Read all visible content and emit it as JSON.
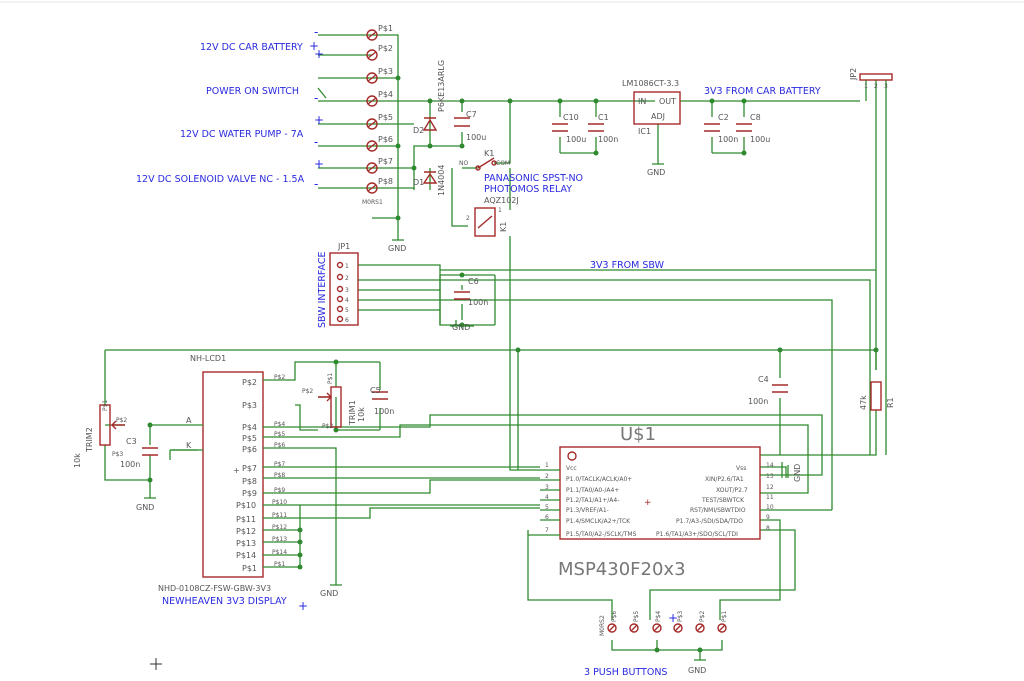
{
  "notes": {
    "car_battery": "12V DC CAR BATTERY",
    "power_switch": "POWER ON SWITCH",
    "water_pump": "12V DC WATER PUMP - 7A",
    "solenoid": "12V DC SOLENOID VALVE NC - 1.5A",
    "relay_1": "PANASONIC SPST-NO",
    "relay_2": "PHOTOMOS RELAY",
    "v3_car": "3V3 FROM CAR BATTERY",
    "v3_sbw": "3V3 FROM SBW",
    "sbw_interface": "SBW INTERFACE",
    "display_model": "NHD-0108CZ-FSW-GBW-3V3",
    "display_name": "NEWHEAVEN 3V3 DISPLAY",
    "push_buttons": "3 PUSH BUTTONS"
  },
  "parts": {
    "mors1": "M0RS1",
    "d2_name": "D2",
    "d2_value": "P6KE13ARLG",
    "d1_name": "D1",
    "d1_value": "1N4004",
    "c7_name": "C7",
    "c7_value": "100u",
    "k1_name": "K1",
    "k1_no": "NO",
    "k1_com": "COM",
    "k1_coil": "K1",
    "k1_part": "AQZ102J",
    "k1_pin2": "2",
    "k1_pin1": "1",
    "reg_name": "LM1086CT-3.3",
    "reg_in": "IN",
    "reg_out": "OUT",
    "reg_adj": "ADJ",
    "reg_ic": "IC1",
    "c10_name": "C10",
    "c10_value": "100u",
    "c1_name": "C1",
    "c1_value": "100n",
    "c2_name": "C2",
    "c2_value": "100n",
    "c8_name": "C8",
    "c8_value": "100u",
    "jp2_name": "JP2",
    "jp1_name": "JP1",
    "c6_name": "C6",
    "c6_value": "100n",
    "lcd_name": "NH-LCD1",
    "trim2_name": "TRIM2",
    "trim2_value": "10k",
    "c3_name": "C3",
    "c3_value": "100n",
    "trim1_name": "TRIM1",
    "trim1_value": "10k",
    "c5_name": "C5",
    "c5_value": "100n",
    "c4_name": "C4",
    "c4_value": "100n",
    "r1_name": "R1",
    "r1_value": "47k",
    "mcu_name": "U$1",
    "mcu_value": "MSP430F20x3",
    "sw_name": "M0RS2",
    "gnd": "GND",
    "a_label": "A",
    "k_label": "K"
  },
  "screw_pins": [
    "P$1",
    "P$2",
    "P$3",
    "P$4",
    "P$5",
    "P$6",
    "P$7",
    "P$8"
  ],
  "lcd_pins": [
    "P$2",
    "P$3",
    "P$4",
    "P$5",
    "P$6",
    "P$7",
    "P$8",
    "P$9",
    "P$10",
    "P$11",
    "P$12",
    "P$13",
    "P$14",
    "P$1"
  ],
  "lcd_out_labels": [
    "P$2",
    "P$4",
    "P$5",
    "P$6",
    "P$7",
    "P$8",
    "P$9",
    "P$10",
    "P$11",
    "P$12",
    "P$13",
    "P$14",
    "P$1"
  ],
  "trim_pins": {
    "t2_p1": "P$1",
    "t2_p2": "P$2",
    "t2_p3": "P$3",
    "t1_p1": "P$1",
    "t1_p2": "P$2",
    "t1_p3": "P$3"
  },
  "mcu_left_pins": [
    {
      "num": "1",
      "name": "Vcc"
    },
    {
      "num": "2",
      "name": "P1.0/TACLK/ACLK/A0+"
    },
    {
      "num": "3",
      "name": "P1.1/TA0/A0-/A4+"
    },
    {
      "num": "4",
      "name": "P1.2/TA1/A1+/A4-"
    },
    {
      "num": "5",
      "name": "P1.3/VREF/A1-"
    },
    {
      "num": "6",
      "name": "P1.4/SMCLK/A2+/TCK"
    },
    {
      "num": "7",
      "name": "P1.5/TA0/A2-/SCLK/TMS"
    }
  ],
  "mcu_right_pins": [
    {
      "num": "14",
      "name": "Vss"
    },
    {
      "num": "13",
      "name": "XIN/P2.6/TA1"
    },
    {
      "num": "12",
      "name": "XOUT/P2.7"
    },
    {
      "num": "11",
      "name": "TEST/SBWTCK"
    },
    {
      "num": "10",
      "name": "RST/NMI/SBWTDIO"
    },
    {
      "num": "9",
      "name": "P1.7/A3-/SDI/SDA/TDO"
    },
    {
      "num": "8",
      "name": "P1.6/TA1/A3+/SDO/SCL/TDI"
    }
  ],
  "jp1_pins": [
    "1",
    "2",
    "3",
    "4",
    "5",
    "6"
  ],
  "jp2_pins": [
    "1",
    "2",
    "3"
  ],
  "sw_pins": [
    "P$6",
    "P$5",
    "P$4",
    "P$3",
    "P$2",
    "P$1"
  ],
  "colors": {
    "wire": "#2f8a2f",
    "part": "#a52a2a",
    "note": "#2a2ae0",
    "label": "#555555"
  }
}
